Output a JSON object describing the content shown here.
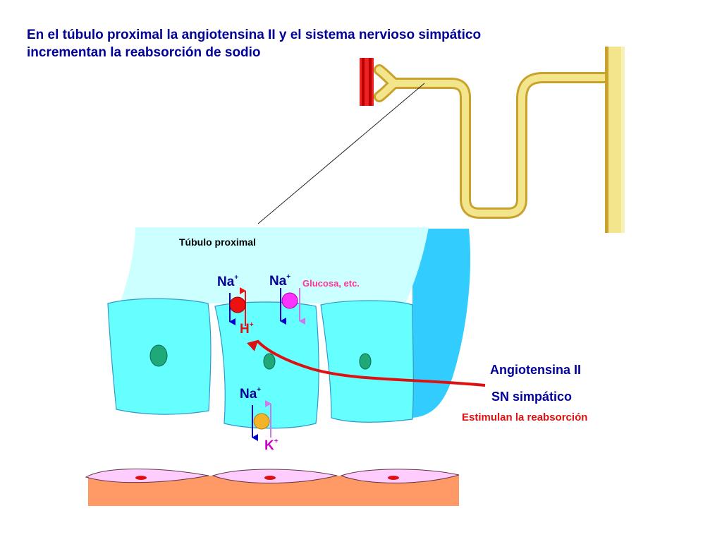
{
  "title": {
    "line1": "En el túbulo proximal la angiotensina II y el sistema nervioso simpático",
    "line2": "incrementan la reabsorción de sodio"
  },
  "labels": {
    "tubulo_proximal": "Túbulo proximal",
    "na_apical_1": "Na",
    "na_apical_2": "Na",
    "h_ion": "H",
    "glucosa": "Glucosa, etc.",
    "na_basal": "Na",
    "k_ion": "K",
    "plus": "+",
    "angiotensina": "Angiotensina II",
    "sn_simpatico": "SN simpático",
    "estimulan": "Estimulan la reabsorción"
  },
  "colors": {
    "nephron_yellow": "#f3e58c",
    "nephron_outline": "#c9a22c",
    "lumen": "#ccffff",
    "cell": "#66ffff",
    "dark_side": "#33ccff",
    "nucleus": "#1fa878",
    "exchanger_red": "#ee1111",
    "cotransporter_magenta": "#ff33ff",
    "pump_orange": "#f4b42a",
    "arrow_blue": "#0000cc",
    "arrow_violet": "#cc77ee",
    "stimulus_red": "#dd1111",
    "capillary_tissue": "#ff9966",
    "endothelium": "#ffccff"
  }
}
